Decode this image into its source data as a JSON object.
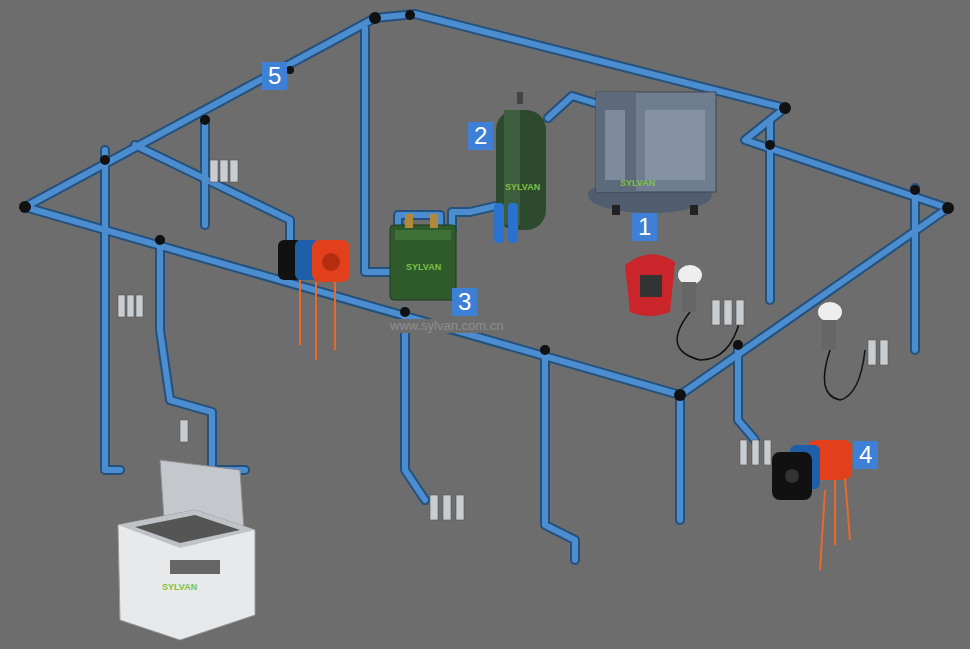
{
  "diagram": {
    "labels": [
      "5",
      "2",
      "1",
      "3",
      "4",
      "SYLVAN",
      "SYLVAN",
      "SYLVAN",
      "SYLVAN",
      "www.sylvan.com.cn"
    ]
  }
}
